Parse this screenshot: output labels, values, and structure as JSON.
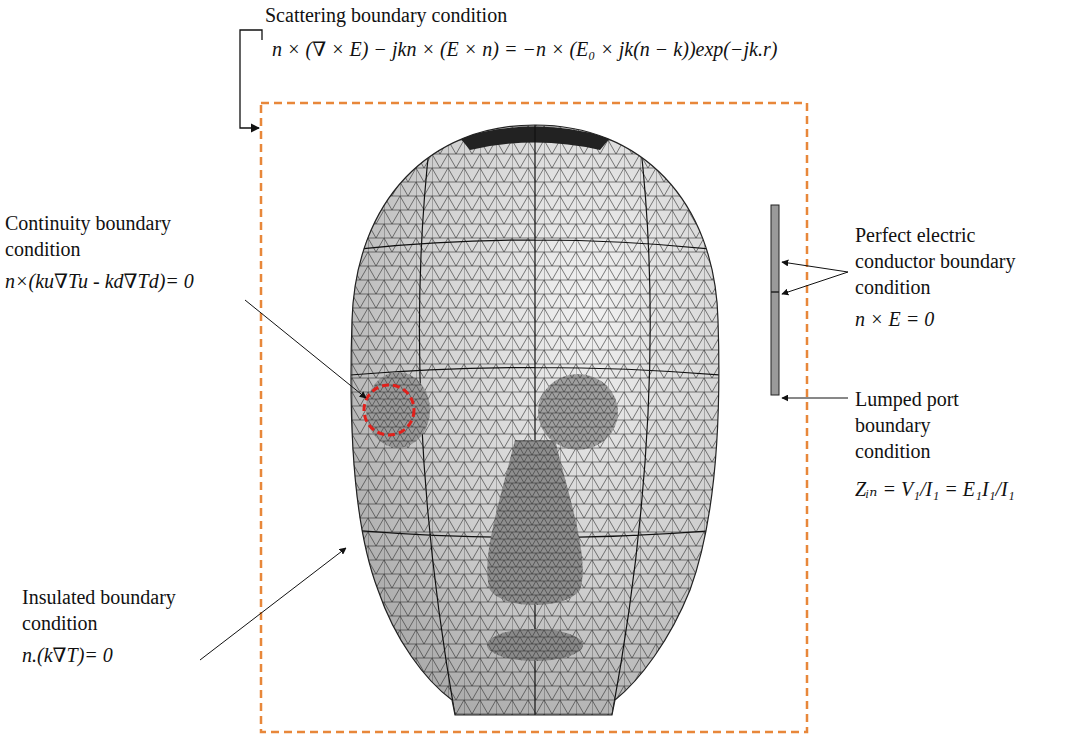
{
  "diagram": {
    "labels": [
      "Scattering boundary condition",
      "n × (∇ × E) − jkn × (E × n) = −n × (E₀ × jk(n − k))exp(−jk.r)",
      "Continuity boundary condition",
      "n×(ku∇Tu - kd∇Td)= 0",
      "Insulated boundary condition",
      "n.(k∇T)= 0",
      "Perfect electric conductor boundary condition",
      "n × E = 0",
      "Lumped port boundary condition",
      "Zᵢₙ = V₁/I₁ = E₁I₁/I₁"
    ]
  }
}
